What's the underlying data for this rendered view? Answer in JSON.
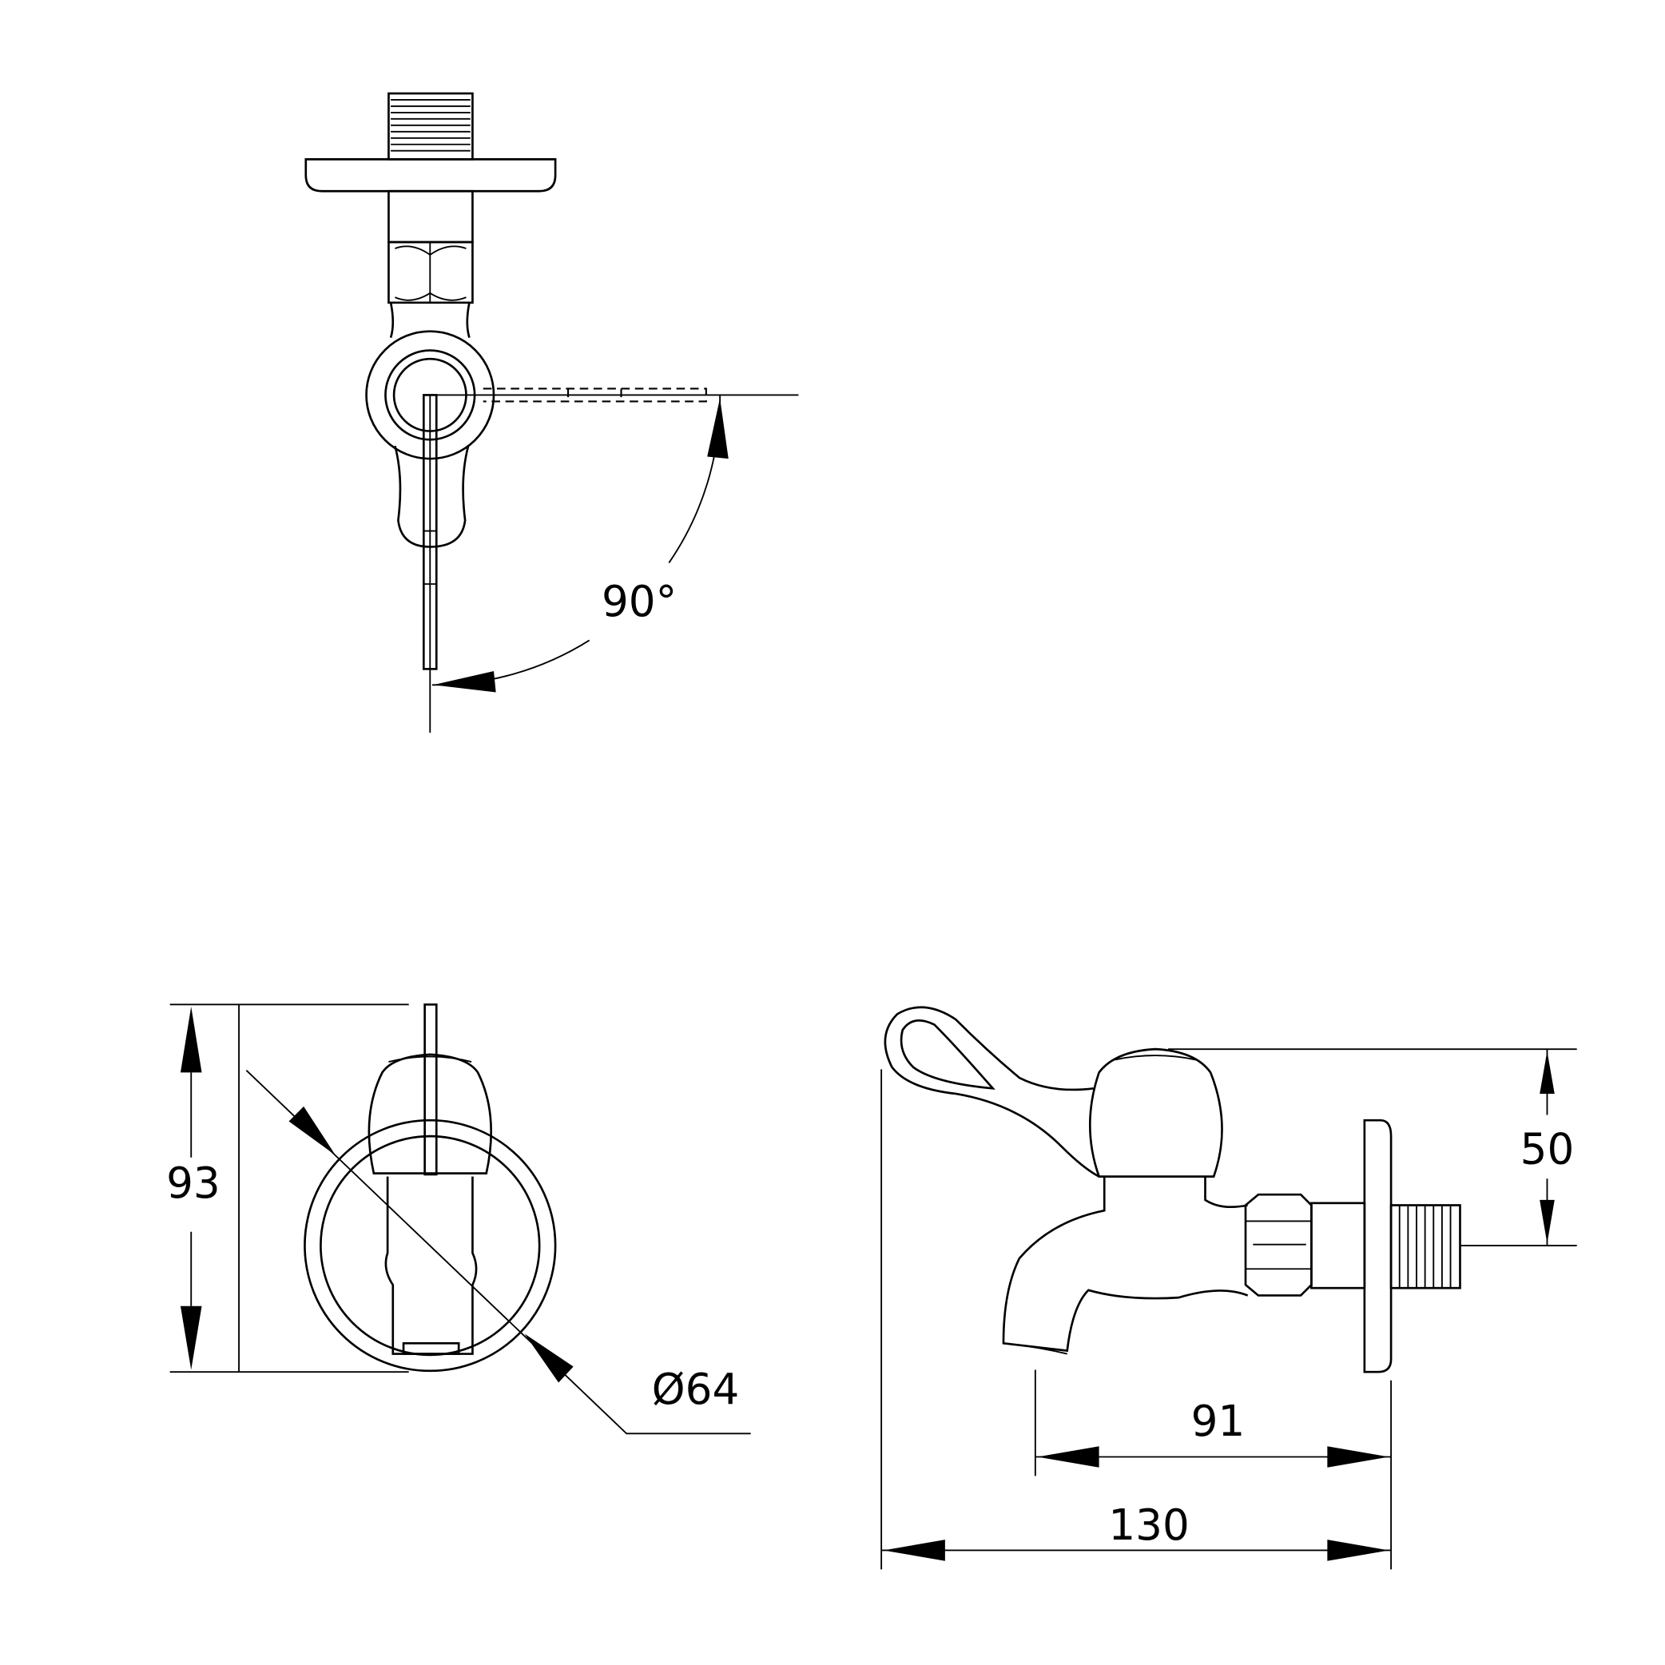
{
  "dimensions": {
    "rotation_angle": "90°",
    "height": "93",
    "diameter": "Ø64",
    "outlet_height": "50",
    "spout_length": "91",
    "overall_length": "130"
  },
  "colors": {
    "line": "#000000",
    "background": "#ffffff"
  }
}
